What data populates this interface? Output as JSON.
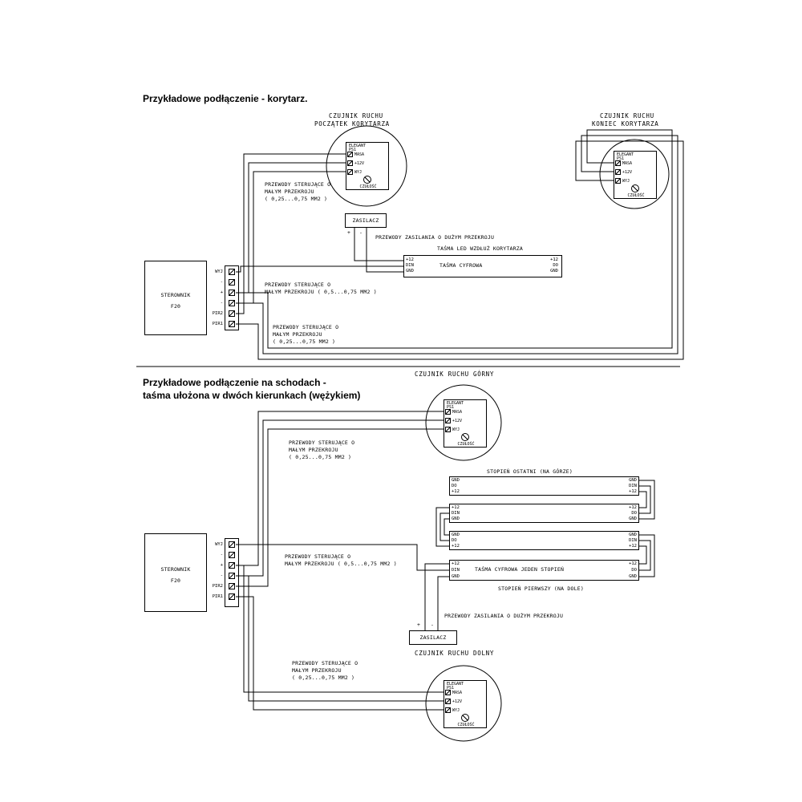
{
  "sensor_module": {
    "brand_line1": "ELEGANT",
    "brand_line2": "PS1",
    "terminals": [
      "MASA",
      "+12V",
      "WYJ"
    ],
    "pot_label": "CZUŁOŚĆ"
  },
  "controller": {
    "name": "STEROWNIK",
    "model": "F20",
    "terminals": [
      "WYJ",
      "-",
      "+",
      "-",
      "PIR2",
      "PIR1"
    ]
  },
  "corridor": {
    "title": "Przykładowe podłączenie - korytarz.",
    "sensor_start_label": [
      "CZUJNIK RUCHU",
      "POCZĄTEK KORYTARZA"
    ],
    "sensor_end_label": [
      "CZUJNIK RUCHU",
      "KONIEC KORYTARZA"
    ],
    "label_control_small_top": [
      "PRZEWODY STERUJĄCE O",
      "MAŁYM PRZEKROJU",
      "( 0,25...0,75 MM2 )"
    ],
    "label_control_medium": [
      "PRZEWODY STERUJĄCE O",
      "MAŁYM PRZEKROJU ( 0,5...0,75 MM2 )"
    ],
    "label_control_small_bottom": [
      "PRZEWODY STERUJĄCE O",
      "MAŁYM PRZEKROJU",
      "( 0,25...0,75 MM2 )"
    ],
    "power_supply_label": "ZASILACZ",
    "plus": "+",
    "minus": "-",
    "label_power": "PRZEWODY ZASILANIA O DUŻYM PRZEKROJU",
    "strip_title": "TAŚMA LED WZDŁUŻ KORYTARZA",
    "strip_name": "TAŚMA CYFROWA",
    "strip_left_terminals": [
      "+12",
      "DIN",
      "GND"
    ],
    "strip_right_terminals": [
      "+12",
      "DO",
      "GND"
    ]
  },
  "stairs": {
    "title": [
      "Przykładowe podłączenie na schodach -",
      "taśma ułożona w dwóch kierunkach (wężykiem)"
    ],
    "sensor_top_label": "CZUJNIK RUCHU GÓRNY",
    "sensor_bottom_label": "CZUJNIK RUCHU DOLNY",
    "label_control_top": [
      "PRZEWODY STERUJĄCE O",
      "MAŁYM PRZEKROJU",
      "( 0,25...0,75 MM2 )"
    ],
    "label_control_medium": [
      "PRZEWODY STERUJĄCE O",
      "MAŁYM PRZEKROJU ( 0,5...0,75 MM2 )"
    ],
    "label_control_bottom": [
      "PRZEWODY STERUJĄCE O",
      "MAŁYM PRZEKROJU",
      "( 0,25...0,75 MM2 )"
    ],
    "step_last_label": "STOPIEŃ OSTATNI (NA GÓRZE)",
    "step_first_label": "STOPIEŃ PIERWSZY (NA DOLE)",
    "label_power": "PRZEWODY ZASILANIA O DUŻYM PRZEKROJU",
    "power_supply_label": "ZASILACZ",
    "plus": "+",
    "minus": "-",
    "strip_name": "TAŚMA CYFROWA JEDEN STOPIEŃ",
    "strips": [
      {
        "left": [
          "GND",
          "DO",
          "+12"
        ],
        "right": [
          "GND",
          "DIN",
          "+12"
        ]
      },
      {
        "left": [
          "+12",
          "DIN",
          "GND"
        ],
        "right": [
          "+12",
          "DO",
          "GND"
        ]
      },
      {
        "left": [
          "GND",
          "DO",
          "+12"
        ],
        "right": [
          "GND",
          "DIN",
          "+12"
        ]
      },
      {
        "left": [
          "+12",
          "DIN",
          "GND"
        ],
        "right": [
          "+12",
          "DO",
          "GND"
        ]
      }
    ]
  },
  "colors": {
    "line": "#000000",
    "background": "#ffffff"
  }
}
